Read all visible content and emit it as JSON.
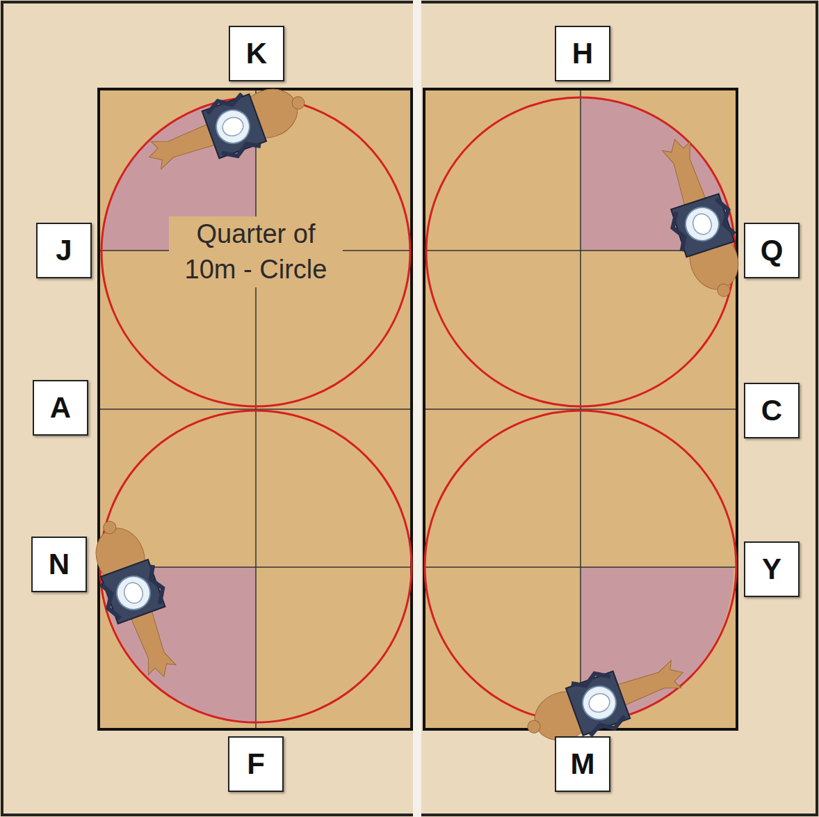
{
  "diagram": {
    "nodes": [
      {
        "text": [
          "K"
        ]
      },
      {
        "text": [
          "H"
        ]
      },
      {
        "text": [
          "J"
        ]
      },
      {
        "text": [
          "Q"
        ]
      },
      {
        "text": [
          "A"
        ]
      },
      {
        "text": [
          "C"
        ]
      },
      {
        "text": [
          "N"
        ]
      },
      {
        "text": [
          "Y"
        ]
      },
      {
        "text": [
          "F"
        ]
      },
      {
        "text": [
          "M"
        ]
      }
    ],
    "labels": [
      "Quarter of 10m - Circle"
    ]
  }
}
